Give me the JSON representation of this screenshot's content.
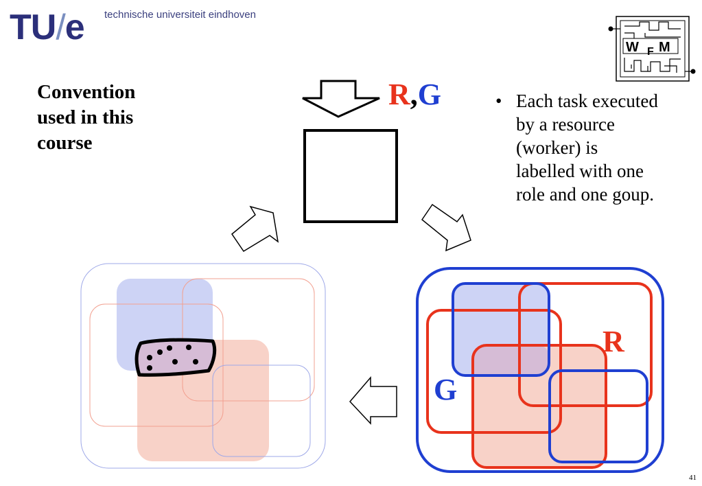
{
  "header": {
    "logo_tu": "TU",
    "logo_slash": "/",
    "logo_e": "e",
    "university_name": "technische universiteit eindhoven"
  },
  "corner_logo": {
    "letters": [
      "W",
      "F",
      "M"
    ]
  },
  "convention": {
    "lines": [
      "Convention",
      "used in this",
      "course"
    ]
  },
  "task_label": {
    "r": "R",
    "comma": ",",
    "g": "G"
  },
  "bullet": {
    "marker": "•",
    "lines": [
      "Each task executed",
      "by a resource",
      "(worker) is",
      "labelled with one",
      "role and one goup."
    ]
  },
  "right_diagram": {
    "role_label": "R",
    "group_label": "G"
  },
  "colors": {
    "role_red": "#e8331c",
    "group_blue": "#1f3fd1",
    "group_fill": "#cdd3f5",
    "role_fill": "#f8d2c8",
    "overlap_fill": "#d6bcd6",
    "logo_blue": "#2b2f7a"
  },
  "page_number": "41"
}
